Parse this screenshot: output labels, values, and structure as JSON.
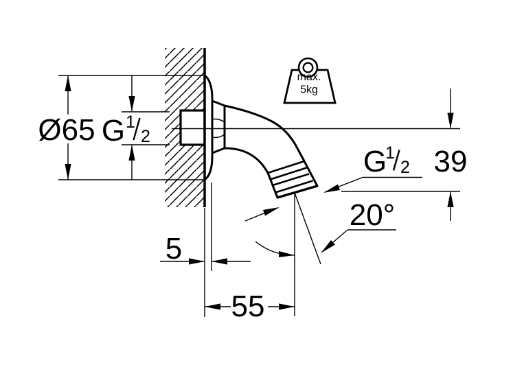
{
  "drawing": {
    "labels": {
      "flange_diameter": "Ø65",
      "thread_g": "G",
      "thread_numerator": "1",
      "thread_denominator": "2",
      "drop_height": "39",
      "outlet_angle": "20°",
      "wall_offset": "5",
      "projection": "55"
    },
    "max_load": {
      "prefix": "max.",
      "value": "5kg"
    },
    "colors": {
      "ink": "#000000",
      "background": "#ffffff"
    }
  }
}
